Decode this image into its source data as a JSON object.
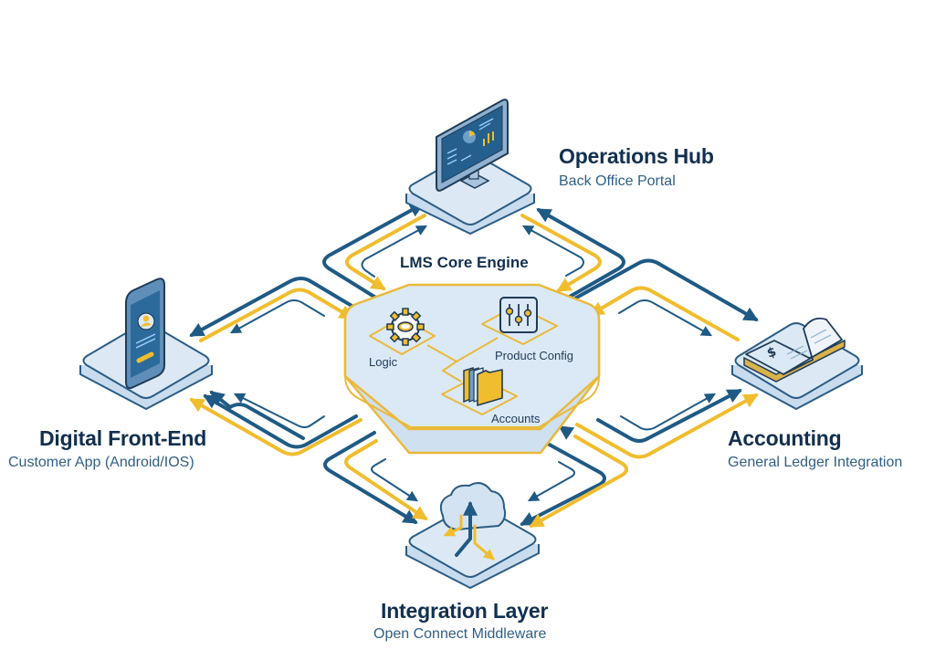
{
  "colors": {
    "navy": "#1f5a85",
    "gold": "#f0bd2e",
    "platform_fill": "#dce9f5",
    "platform_stroke": "#2a5c86",
    "core_fill": "#dbe9f6",
    "core_stroke": "#eab93a",
    "title_text": "#12304f",
    "subtitle_text": "#2f5f86"
  },
  "core": {
    "title": "LMS Core Engine",
    "modules": [
      {
        "label": "Logic",
        "icon": "gear-icon"
      },
      {
        "label": "Product Config",
        "icon": "sliders-icon"
      },
      {
        "label": "Accounts",
        "icon": "folders-icon"
      }
    ]
  },
  "nodes": {
    "operations": {
      "title": "Operations Hub",
      "subtitle": "Back Office Portal",
      "icon": "monitor-icon"
    },
    "frontend": {
      "title": "Digital Front-End",
      "subtitle": "Customer App (Android/IOS)",
      "icon": "smartphone-icon"
    },
    "accounting": {
      "title": "Accounting",
      "subtitle": "General Ledger Integration",
      "icon": "ledger-book-icon"
    },
    "integration": {
      "title": "Integration Layer",
      "subtitle": "Open Connect Middleware",
      "icon": "cloud-sync-icon"
    }
  },
  "connections": [
    {
      "from": "core",
      "to": "operations",
      "flows": [
        "to-node",
        "to-core",
        "to-node"
      ]
    },
    {
      "from": "core",
      "to": "frontend",
      "flows": [
        "to-node",
        "to-core",
        "to-node"
      ]
    },
    {
      "from": "core",
      "to": "accounting",
      "flows": [
        "to-node",
        "to-core",
        "to-node"
      ]
    },
    {
      "from": "core",
      "to": "integration",
      "flows": [
        "to-node",
        "to-core",
        "to-node"
      ]
    }
  ]
}
